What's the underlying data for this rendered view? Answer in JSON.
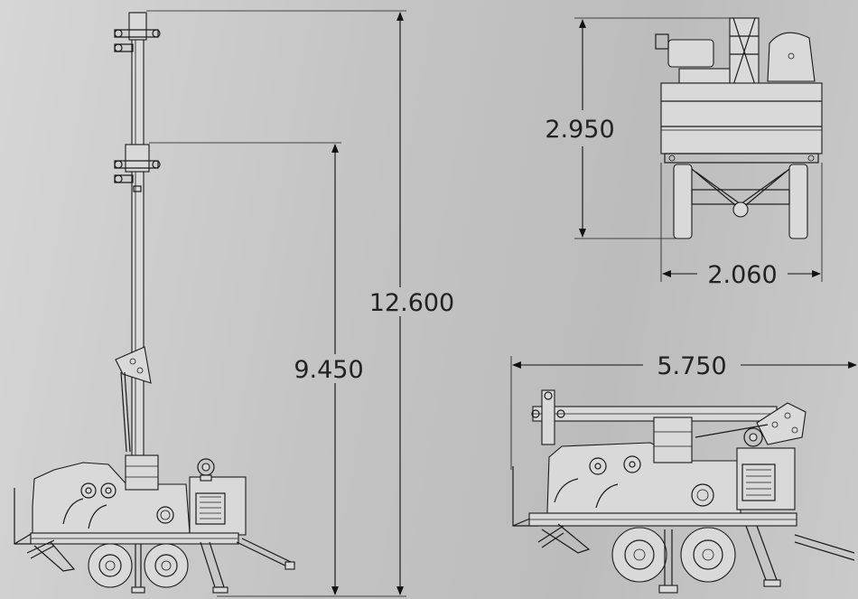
{
  "dimensions": {
    "side_mast_total_height": "12.600",
    "side_mast_lower_height": "9.450",
    "front_view_height": "2.950",
    "front_view_width": "2.060",
    "stowed_length": "5.750"
  },
  "colors": {
    "background": "#c8c8c8",
    "line": "#1a1a1a",
    "dimension_text": "#222222"
  }
}
